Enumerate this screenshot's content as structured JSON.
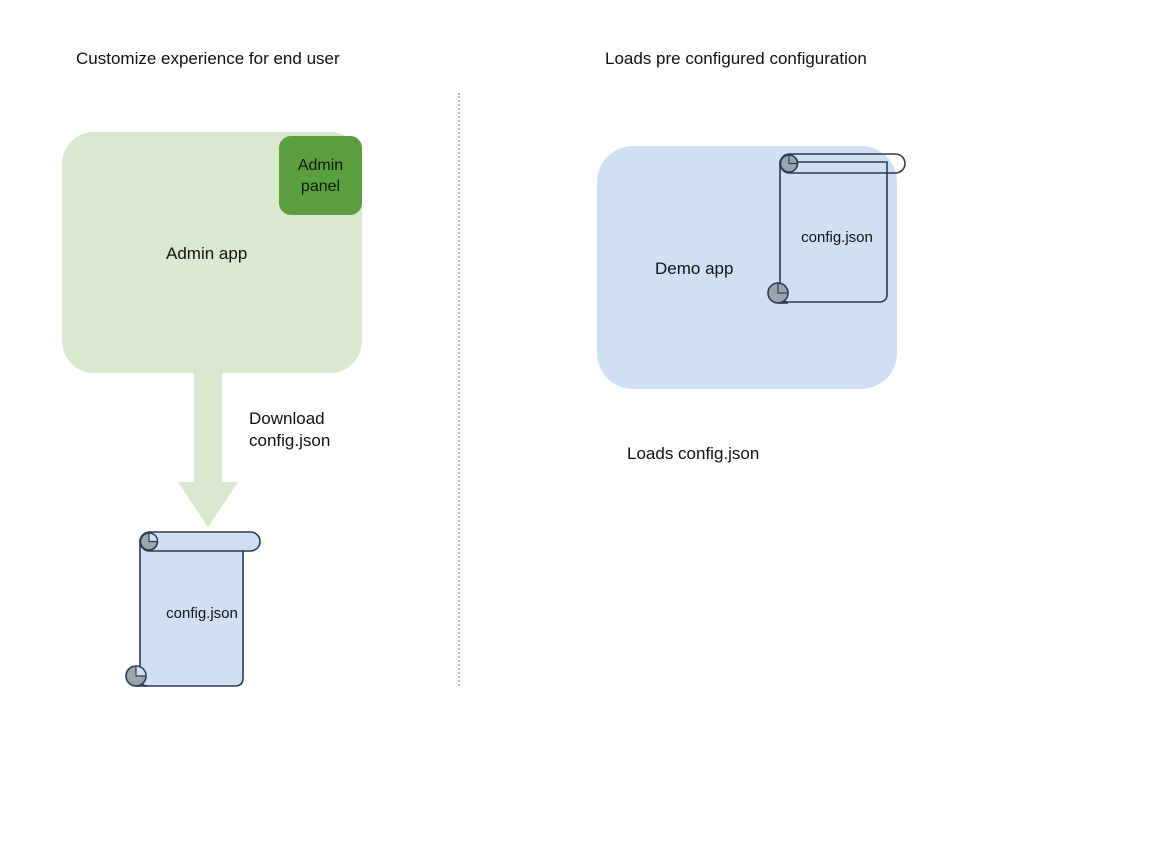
{
  "diagram": {
    "title_left": "Customize experience for end user",
    "title_right": "Loads pre configured configuration",
    "colors": {
      "admin_app_fill": "#d9e8cf",
      "admin_panel_fill": "#5a9e3f",
      "demo_app_fill": "#cfe0f5",
      "scroll_fill": "#cfe0f5",
      "scroll_stroke": "#2b3b52",
      "scroll_roll_fill": "#b9cde6",
      "scroll_knob_fill": "#9aa5ae",
      "arrow_fill": "#d9e8cf",
      "divider": "#b9b9b9",
      "text": "#111111"
    },
    "left": {
      "app_label": "Admin app",
      "panel_label": "Admin\npanel",
      "panel_label_line1": "Admin",
      "panel_label_line2": "panel",
      "arrow_label_line1": "Download",
      "arrow_label_line2": "config.json",
      "document_label": "config.json"
    },
    "right": {
      "app_label": "Demo app",
      "document_label": "config.json",
      "caption": "Loads config.json"
    }
  }
}
